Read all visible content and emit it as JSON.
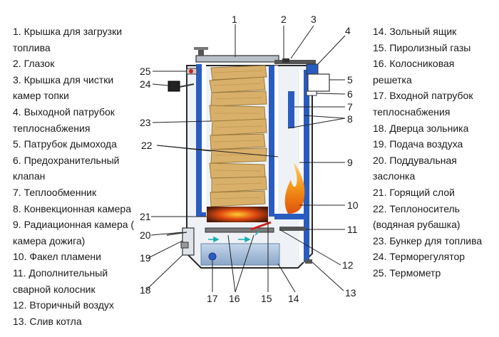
{
  "legend_left": [
    "1. Крышка для загрузки",
    "топлива",
    "2. Глазок",
    "3. Крышка для чистки",
    "камер топки",
    "4. Выходной патрубок",
    "теплоснабжения",
    "5. Патрубок дымохода",
    "6. Предохранительный",
    "клапан",
    "7. Теплообменник",
    "8. Конвекционная камера",
    "9. Радиационная камера (",
    "камера дожига)",
    "10. Факел пламени",
    "11. Дополнительный",
    "сварной колосник",
    "12. Вторичный воздух",
    "13. Слив котла"
  ],
  "legend_right": [
    "14. Зольный ящик",
    "15. Пиролизный газы",
    "16. Колосниковая",
    "решетка",
    "17. Входной патрубок",
    "теплоснабжения",
    "18. Дверца зольника",
    "19. Подача воздуха",
    "20. Поддувальная",
    "заслонка",
    "21. Горящий слой",
    "22. Теплоноситель",
    "(водяная рубашка)",
    "23. Бункер для топлива",
    "24. Терморегулятор",
    "25. Термометр"
  ],
  "callouts": {
    "n1": "1",
    "n2": "2",
    "n3": "3",
    "n4": "4",
    "n5": "5",
    "n6": "6",
    "n7": "7",
    "n8": "8",
    "n9": "9",
    "n10": "10",
    "n11": "11",
    "n12": "12",
    "n13": "13",
    "n14": "14",
    "n15": "15",
    "n16": "16",
    "n17": "17",
    "n18": "18",
    "n19": "19",
    "n20": "20",
    "n21": "21",
    "n22": "22",
    "n23": "23",
    "n24": "24",
    "n25": "25"
  },
  "colors": {
    "jacket": "#2a5cc0",
    "wood": "#d8b06a",
    "ash_box": "#a9c0dc",
    "flame": "#f08a10",
    "casing": "#eef2f6"
  }
}
